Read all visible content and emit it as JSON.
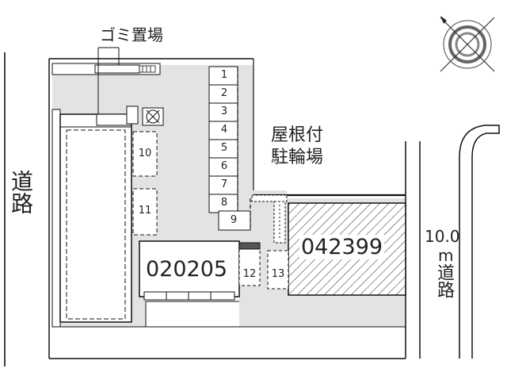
{
  "labels": {
    "trash": "ゴミ置場",
    "road_left": "道路",
    "bike_line1": "屋根付",
    "bike_line2": "駐輪場",
    "road_right_width": "10.0",
    "road_right_unit": "m",
    "road_right_text": "道路"
  },
  "buildings": {
    "main": "042399",
    "second": "020205"
  },
  "parking_spaces": [
    "1",
    "2",
    "3",
    "4",
    "5",
    "6",
    "7",
    "8",
    "9",
    "10",
    "11",
    "12",
    "13"
  ],
  "colors": {
    "lot": "#e3e3e3",
    "line": "#111111",
    "hatch": "#555555"
  },
  "icons": [
    "compass-icon"
  ]
}
